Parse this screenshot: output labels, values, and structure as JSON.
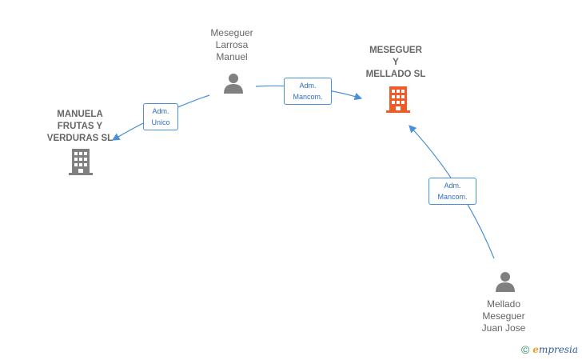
{
  "nodes": {
    "person_meseguer_larrosa": {
      "label": "Meseguer\nLarrosa\nManuel",
      "type": "person",
      "color": "#808080"
    },
    "company_manuela": {
      "label": "MANUELA\nFRUTAS Y\nVERDURAS SL",
      "type": "company",
      "color": "#808080"
    },
    "company_meseguer_mellado": {
      "label": "MESEGUER\nY\nMELLADO  SL",
      "type": "company",
      "color": "#f05a28"
    },
    "person_mellado_meseguer": {
      "label": "Mellado\nMeseguer\nJuan Jose",
      "type": "person",
      "color": "#808080"
    }
  },
  "edges": {
    "larrosa_to_manuela": {
      "label": "Adm.\nUnico"
    },
    "larrosa_to_mellado_sl": {
      "label": "Adm.\nMancom."
    },
    "juanjose_to_mellado_sl": {
      "label": "Adm.\nMancom."
    }
  },
  "colors": {
    "edge": "#4a90d9",
    "accent": "#f05a28"
  },
  "footer": {
    "copyright_symbol": "©",
    "brand_initial": "e",
    "brand_rest": "mpresia"
  }
}
